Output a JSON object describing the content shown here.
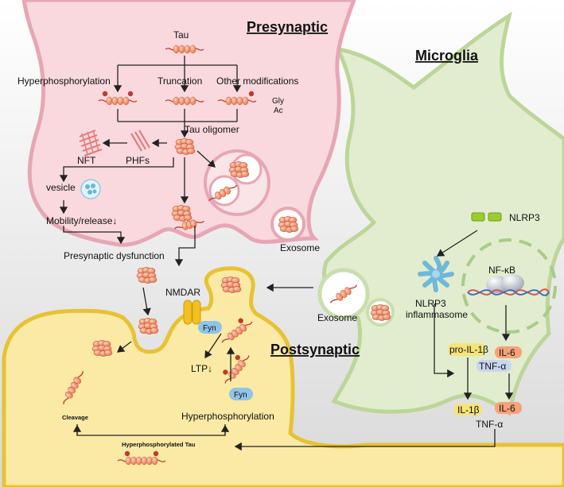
{
  "titles": {
    "presynaptic": "Presynaptic",
    "postsynaptic": "Postsynaptic",
    "microglia": "Microglia"
  },
  "presynaptic": {
    "tau": "Tau",
    "hyperphosphorylation": "Hyperphosphorylation",
    "truncation": "Truncation",
    "other_modifications": "Other modifications",
    "gly": "Gly",
    "ac": "Ac",
    "tau_oligomer": "Tau oligomer",
    "nft": "NFT",
    "phfs": "PHFs",
    "vesicle": "vesicle",
    "mobility_release": "Mobility/release↓",
    "presynaptic_dysfunction": "Presynaptic dysfunction",
    "exosome": "Exosome"
  },
  "postsynaptic": {
    "nmdar": "NMDAR",
    "fyn_top": "Fyn",
    "fyn_bottom": "Fyn",
    "ltp": "LTP↓",
    "cleavage": "Cleavage",
    "hyperphosphorylation": "Hyperphosphorylation",
    "hyperphosphorylated_tau": "Hyperphosphorylated Tau"
  },
  "microglia": {
    "exosome": "Exosome",
    "nlrp3": "NLRP3",
    "nlrp3_inflammasome_line1": "NLRP3",
    "nlrp3_inflammasome_line2": "inflammasome",
    "nfkb": "NF-κB",
    "pro_il1b": "pro-IL-1β",
    "il6_top": "IL-6",
    "tnfa_top": "TNF-α",
    "il1b": "IL-1β",
    "il6_bottom": "IL-6",
    "tnfa_bottom": "TNF-α"
  },
  "colors": {
    "presynaptic_fill": "#f9d9de",
    "presynaptic_stroke": "#e7a6b3",
    "postsynaptic_fill": "#fbeaa5",
    "postsynaptic_stroke": "#e7c234",
    "microglia_fill": "#e2edcf",
    "microglia_stroke": "#bcd69a",
    "tau_bead": "#e8734d",
    "phospho": "#c0392b",
    "fyn": "#8ec5e8",
    "il6": "#f5a27a",
    "il1b": "#f6e47a",
    "tnfa": "#c8d6ef",
    "nlrp3": "#9acd32"
  }
}
